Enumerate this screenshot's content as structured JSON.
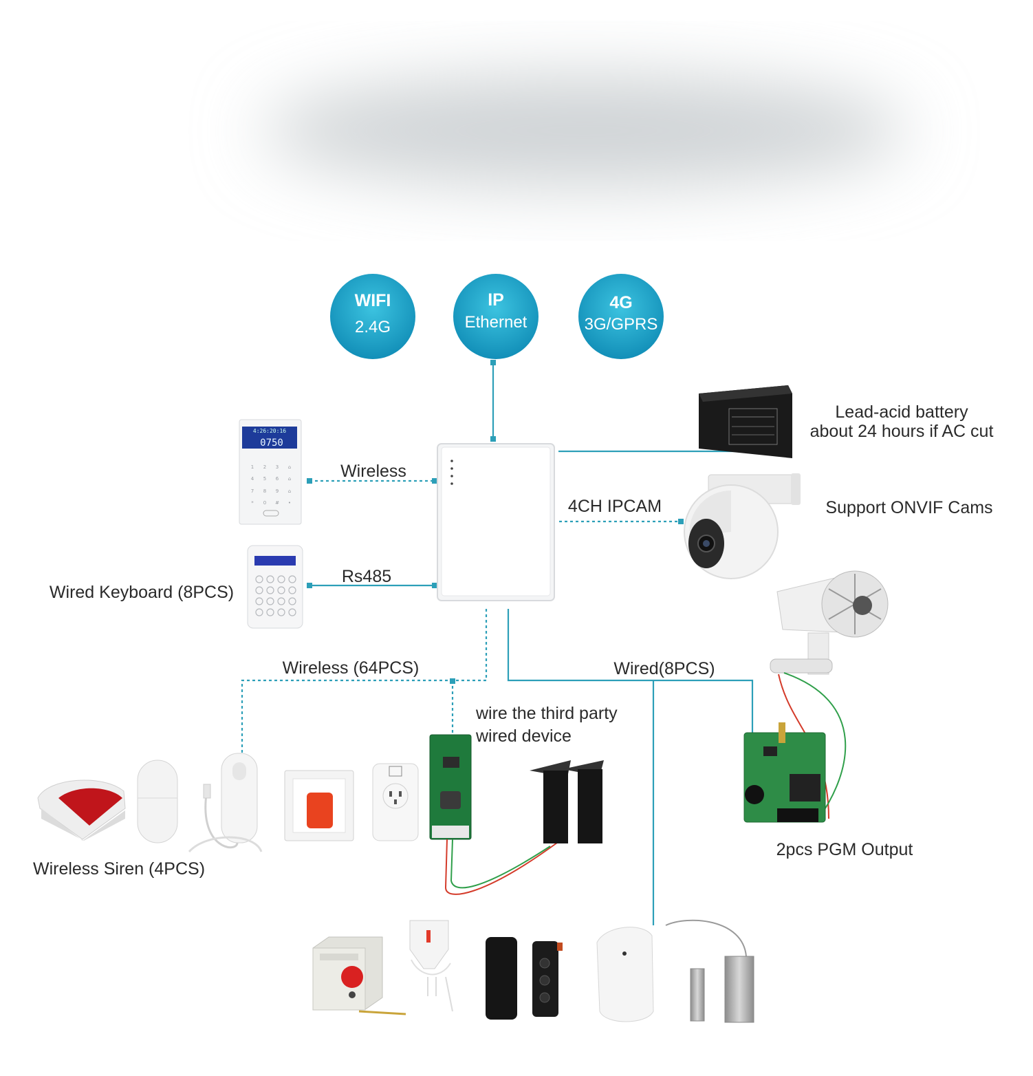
{
  "colors": {
    "accent": "#2bb3cf",
    "line": "#2c9fb8",
    "circle": "#1ea5c8"
  },
  "connectivity": [
    {
      "line1": "WIFI",
      "line2": "2.4G"
    },
    {
      "line1": "IP",
      "line2": "Ethernet"
    },
    {
      "line1": "4G",
      "line2": "3G/GPRS"
    }
  ],
  "labels": {
    "battery_line1": "Lead-acid battery",
    "battery_line2": "about 24 hours if AC cut",
    "wireless": "Wireless",
    "ipcam": "4CH IPCAM",
    "onvif": "Support ONVIF Cams",
    "rs485": "Rs485",
    "wired_keyboard": "Wired Keyboard (8PCS)",
    "wireless_64": "Wireless (64PCS)",
    "wired_8": "Wired(8PCS)",
    "third_party_line1": "wire the third party",
    "third_party_line2": "wired device",
    "siren": "Wireless Siren (4PCS)",
    "pgm": "2pcs PGM Output"
  },
  "icons": [
    "alarm-panel-icon",
    "lcd-keypad-icon",
    "wired-keypad-icon",
    "battery-icon",
    "ip-camera-icon",
    "outdoor-siren-icon",
    "pgm-board-icon",
    "wireless-siren-icon",
    "pir-sensor-icon",
    "water-sensor-icon",
    "panic-button-icon",
    "smart-plug-icon",
    "transmitter-board-icon",
    "beam-detector-icon",
    "emergency-button-icon",
    "smoke-detector-icon",
    "photo-beam-icon",
    "wired-pir-icon",
    "rolling-door-contact-icon"
  ],
  "keypad_display": "0750",
  "keypad_time": "4:26:20:16"
}
